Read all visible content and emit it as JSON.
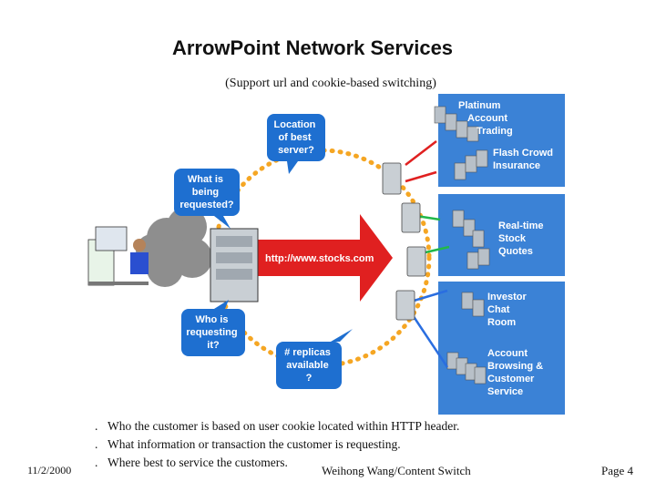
{
  "title": "ArrowPoint Network Services",
  "subtitle": "(Support url and cookie-based switching)",
  "diagram": {
    "url_label": "http://www.stocks.com",
    "bubbles": {
      "location": [
        "Location",
        "of best",
        "server?"
      ],
      "what": [
        "What is",
        "being",
        "requested?"
      ],
      "who": [
        "Who is",
        "requesting",
        "it?"
      ],
      "replicas": [
        "# replicas",
        "available",
        "?"
      ]
    },
    "services": [
      {
        "lines": [
          "Platinum",
          "Account",
          "Trading"
        ]
      },
      {
        "lines": [
          "Flash Crowd",
          "Insurance"
        ]
      },
      {
        "lines": [
          "Real-time",
          "Stock",
          "Quotes"
        ]
      },
      {
        "lines": [
          "Investor",
          "Chat",
          "Room"
        ]
      },
      {
        "lines": [
          "Account",
          "Browsing &",
          "Customer",
          "Service"
        ]
      }
    ],
    "colors": {
      "panel_blue": "#3b82d6",
      "bubble_blue": "#1e6fd0",
      "arrow_red": "#e02020",
      "dot_orange": "#f5a623",
      "cloud_gray": "#8e8e8e",
      "arrow_green": "#22b84a",
      "arrow_blue": "#2a6ee0"
    }
  },
  "bullets": [
    {
      "marker": ".",
      "text": "Who the customer is based on user cookie located within HTTP header."
    },
    {
      "marker": ".",
      "text": "What information or transaction the customer is requesting."
    },
    {
      "marker": ".",
      "text": "Where best to service the customers."
    }
  ],
  "footer": {
    "date": "11/2/2000",
    "author": "Weihong Wang/Content Switch",
    "page": "Page 4"
  }
}
